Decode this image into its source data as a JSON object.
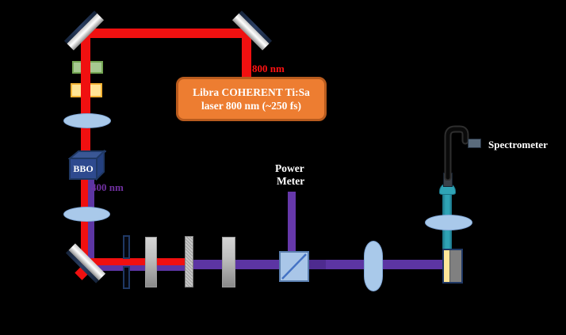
{
  "laser": {
    "line1": "Libra COHERENT Ti:Sa",
    "line2": "laser 800 nm (~250 fs)"
  },
  "beam_labels": {
    "red": "800 nm",
    "purple": "400 nm"
  },
  "bbo_label": "BBO",
  "power_meter": {
    "line1": "Power",
    "line2": "Meter"
  },
  "spectrometer_label": "Spectrometer",
  "colors": {
    "background": "#000000",
    "beam_red": "#f01010",
    "beam_purple": "#5c35a3",
    "beam_purple_dark": "#4e2b8f",
    "beam_pm_purple": "#6638aa",
    "label_red": "#ff1212",
    "label_purple": "#7030a0",
    "laser_box_fill": "#ed7d31",
    "laser_box_border": "#b85b1e",
    "bbo_fill": "#2e4a8f",
    "bbo_side": "#24407f",
    "bbo_top": "#3a5795",
    "bbo_border": "#1f3864",
    "lens_fill": "#a9c9ea",
    "lens_border": "#7fa6d6",
    "green_filter": "#a6c991",
    "green_filter_border": "#74a653",
    "yellow_filter": "#ffe596",
    "yellow_filter_border": "#f5b335",
    "iris_border": "#1f3864",
    "bs_cube_fill": "#a9c6e8",
    "bs_cube_border": "#5a7eae",
    "bs_diagonal": "#4472c4",
    "sample_border": "#1f3864",
    "sample_yellow": "#ffe699",
    "sample_gray": "#808080",
    "probe_teal": "#2fa3b5",
    "probe_teal_dark": "#197285"
  }
}
